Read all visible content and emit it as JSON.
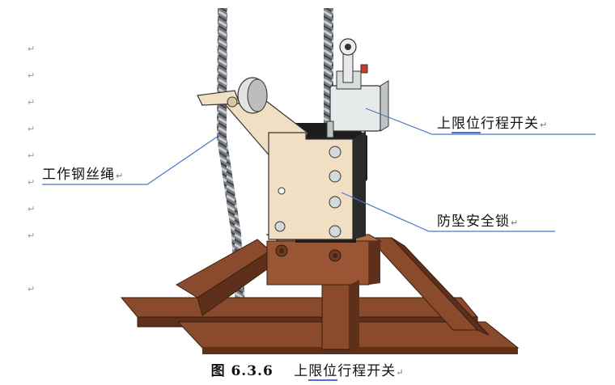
{
  "paragraph_mark": "↵",
  "callouts": {
    "upper_limit_switch": {
      "pre": "上",
      "underlined": "限位",
      "post": "行程开关",
      "mark": "↵"
    },
    "wire_rope": {
      "text": "工作钢丝绳",
      "mark": "↵"
    },
    "fall_arrest_lock": {
      "text": "防坠安全锁",
      "mark": "↵"
    }
  },
  "caption": {
    "number": "图 6.3.6",
    "title_pre": "上",
    "title_underlined": "限位",
    "title_post": "行程开关",
    "mark": "↵"
  },
  "colors": {
    "frame": "#8a4a2c",
    "frame_dark": "#5e2f1a",
    "plate": "#f0dfc2",
    "leader_line": "#4a78c8",
    "switch_body": "#e7eaea"
  }
}
